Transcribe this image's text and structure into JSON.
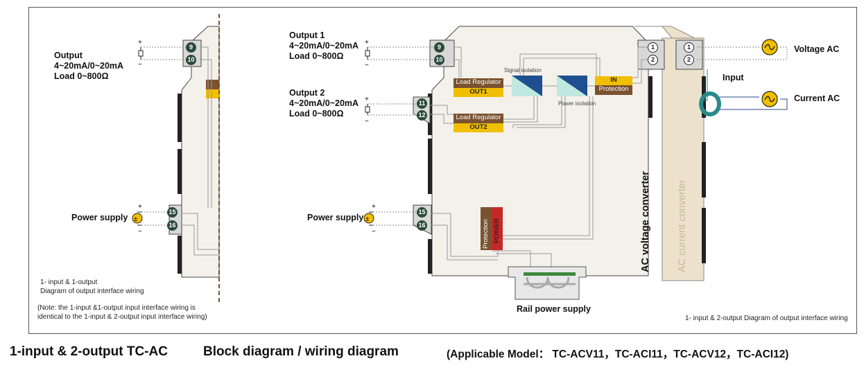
{
  "left_module": {
    "output_title": "Output",
    "output_range": "4~20mA/0~20mA",
    "output_load": "Load 0~800Ω",
    "power_supply": "Power supply",
    "pins": [
      "9",
      "10",
      "15",
      "16"
    ],
    "note_line1": "1- input & 1-output",
    "note_line2": "Diagram of output interface wiring",
    "note_line3": "(Note: the 1-input &1-output input interface wiring is",
    "note_line4": "identical to the 1-input & 2-output input interface wiring)"
  },
  "right_module": {
    "output1_title": "Output 1",
    "output1_range": "4~20mA/0~20mA",
    "output1_load": "Load 0~800Ω",
    "output2_title": "Output 2",
    "output2_range": "4~20mA/0~20mA",
    "output2_load": "Load 0~800Ω",
    "power_supply": "Power supply",
    "pins_out1": [
      "9",
      "10"
    ],
    "pins_out2": [
      "11",
      "12"
    ],
    "pins_power": [
      "15",
      "16"
    ],
    "pins_in_a": [
      "1",
      "2"
    ],
    "pins_in_b": [
      "1",
      "2"
    ],
    "load_regulator": "Load Regulator",
    "out1": "OUT1",
    "out2": "OUT2",
    "signal_isolation": "Signal isolation",
    "power_isolation": "Power isolation",
    "in_label": "IN",
    "protection": "Protection",
    "power_protection": "Protection",
    "power_label": "POWER",
    "voltage_converter": "AC voltage converter",
    "current_converter": "AC current converter",
    "rail_power": "Rail power supply",
    "input_label": "Input",
    "voltage_ac": "Voltage AC",
    "current_ac": "Current AC",
    "note": "1- input & 2-output Diagram of output interface wiring"
  },
  "caption": {
    "title": "1-input & 2-output TC-AC",
    "subtitle": "Block diagram / wiring diagram",
    "models": "(Applicable Model： TC-ACV11，TC-ACI11，TC-ACV12，TC-ACI12)"
  },
  "colors": {
    "brown": "#7a5230",
    "yellow": "#f2bf00",
    "pin": "#2b4a3c",
    "teal": "#2a8a8a",
    "isolator": "#1f4f8f"
  }
}
